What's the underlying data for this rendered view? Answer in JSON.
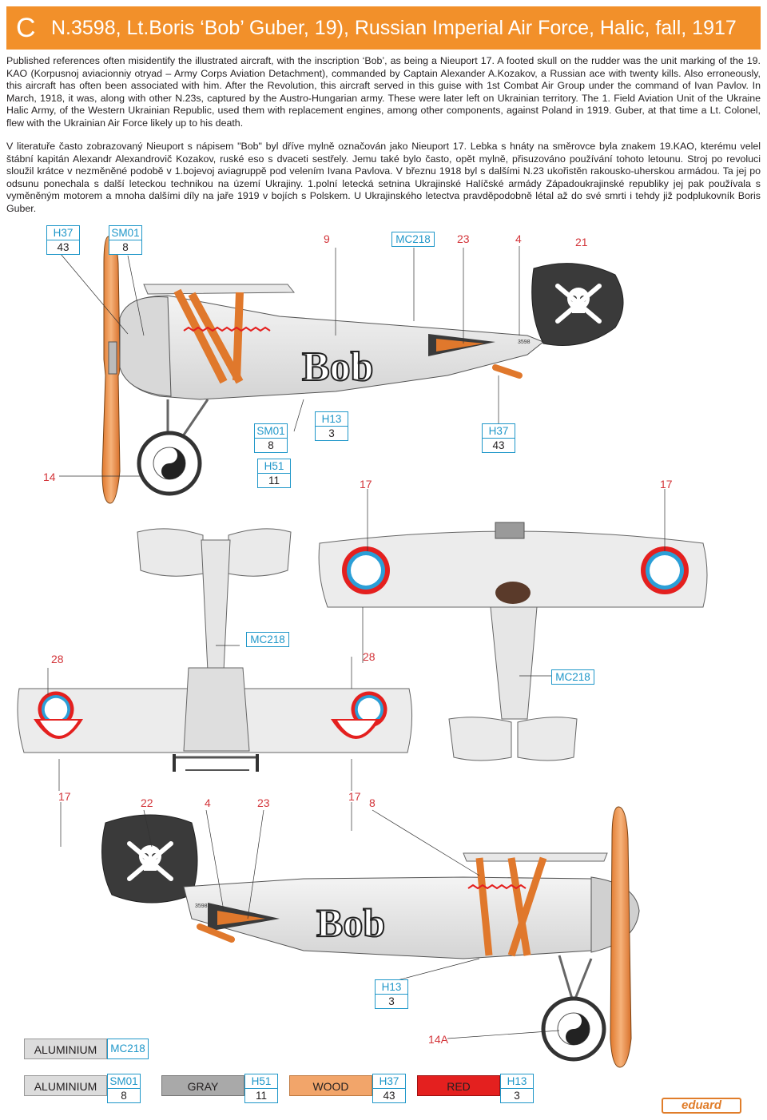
{
  "header": {
    "letter": "C",
    "title": "N.3598, Lt.Boris ‘Bob’ Guber, 19), Russian Imperial Air Force, Halic, fall, 1917",
    "color": "#f2902a"
  },
  "text_en": "Published references often misidentify the illustrated aircraft, with the inscription ‘Bob’, as being a Nieuport 17. A footed skull on the rudder was the unit marking of the 19. KAO (Korpusnoj aviacionniy otryad – Army Corps Aviation Detachment), commanded by Captain Alexander A.Kozakov, a Russian ace with twenty kills. Also erroneously, this aircraft has often been associated with him. After the Revolution, this aircraft served in this guise with 1st Combat Air Group under the command of Ivan Pavlov. In March, 1918, it was, along with other N.23s, captured by the Austro-Hungarian army. These were later left on Ukrainian territory. The 1. Field Aviation Unit of the Ukraine Halic Army, of the Western Ukrainian Republic, used them with replacement engines, among other components, against Poland in 1919. Guber, at that time a Lt. Colonel, flew with the Ukrainian Air Force likely up to his death.",
  "text_cz": "V literatuře často zobrazovaný Nieuport s nápisem \"Bob\" byl dříve mylně označován jako Nieuport 17. Lebka s hnáty na směrovce byla znakem 19.KAO, kterému velel štábní kapitán Alexandr Alexandrovič Kozakov, ruské eso s dvaceti sestřely. Jemu také bylo často, opět mylně, přisuzováno používání tohoto letounu. Stroj po revoluci sloužil krátce v nezměněné podobě v 1.bojevoj aviagruppě pod velením Ivana Pavlova. V březnu 1918 byl s dalšími N.23 ukořistěn rakousko-uherskou armádou. Ta jej po odsunu ponechala s další leteckou technikou na území Ukrajiny. 1.polní letecká setnina Ukrajinské Halíčské armády Západoukrajinské republiky jej pak používala s vyměněným motorem a mnoha dalšími díly na jaře 1919 v bojích s Polskem. U Ukrajinského letectva pravděpodobně létal až do své smrti i tehdy již podplukovník Boris Guber.",
  "aircraft": {
    "inscription": "Bob",
    "serial": "3598"
  },
  "side_view": {
    "codes": [
      {
        "top": "H37",
        "bot": "43"
      },
      {
        "top": "SM01",
        "bot": "8"
      },
      {
        "top": "MC218",
        "bot": ""
      },
      {
        "top": "SM01",
        "bot": "8"
      },
      {
        "top": "H13",
        "bot": "3"
      },
      {
        "top": "H37",
        "bot": "43"
      },
      {
        "top": "H51",
        "bot": "11"
      }
    ],
    "callouts": [
      "9",
      "23",
      "4",
      "21",
      "14"
    ]
  },
  "plan_views": {
    "codes": [
      "MC218",
      "MC218"
    ],
    "callouts": [
      "17",
      "17",
      "28",
      "28",
      "17",
      "17"
    ]
  },
  "side_view_2": {
    "callouts": [
      "22",
      "4",
      "23",
      "8",
      "14A"
    ],
    "codes": [
      {
        "top": "H13",
        "bot": "3"
      }
    ]
  },
  "legend": {
    "row1": [
      {
        "label": "ALUMINIUM",
        "code": "MC218",
        "color": "#dcdcdc"
      }
    ],
    "row2": [
      {
        "label": "ALUMINIUM",
        "top": "SM01",
        "bot": "8",
        "color": "#dcdcdc"
      },
      {
        "label": "GRAY",
        "top": "H51",
        "bot": "11",
        "color": "#a9a9a9"
      },
      {
        "label": "WOOD",
        "top": "H37",
        "bot": "43",
        "color": "#f2a56a"
      },
      {
        "label": "RED",
        "top": "H13",
        "bot": "3",
        "color": "#e4201f"
      }
    ]
  },
  "logo": "eduard"
}
